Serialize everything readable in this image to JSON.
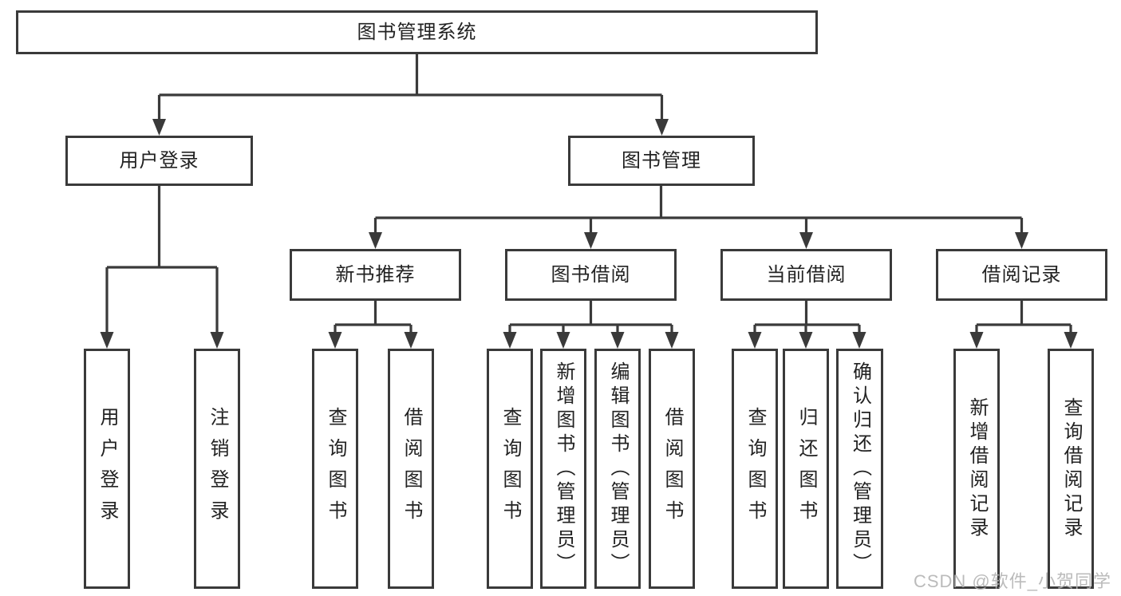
{
  "tree": {
    "label": "图书管理系统",
    "children": [
      {
        "label": "用户登录",
        "children": [
          {
            "label": "用户登录"
          },
          {
            "label": "注销登录"
          }
        ]
      },
      {
        "label": "图书管理",
        "children": [
          {
            "label": "新书推荐",
            "children": [
              {
                "label": "查询图书"
              },
              {
                "label": "借阅图书"
              }
            ]
          },
          {
            "label": "图书借阅",
            "children": [
              {
                "label": "查询图书"
              },
              {
                "label": "新增图书（管理员）"
              },
              {
                "label": "编辑图书（管理员）"
              },
              {
                "label": "借阅图书"
              }
            ]
          },
          {
            "label": "当前借阅",
            "children": [
              {
                "label": "查询图书"
              },
              {
                "label": "归还图书"
              },
              {
                "label": "确认归还（管理员）"
              }
            ]
          },
          {
            "label": "借阅记录",
            "children": [
              {
                "label": "新增借阅记录"
              },
              {
                "label": "查询借阅记录"
              }
            ]
          }
        ]
      }
    ]
  },
  "watermark": "CSDN @软件_小贺同学",
  "colors": {
    "line": "#3a3a3a",
    "text": "#222222",
    "watermark": "#b4b4b4",
    "background": "#ffffff"
  }
}
